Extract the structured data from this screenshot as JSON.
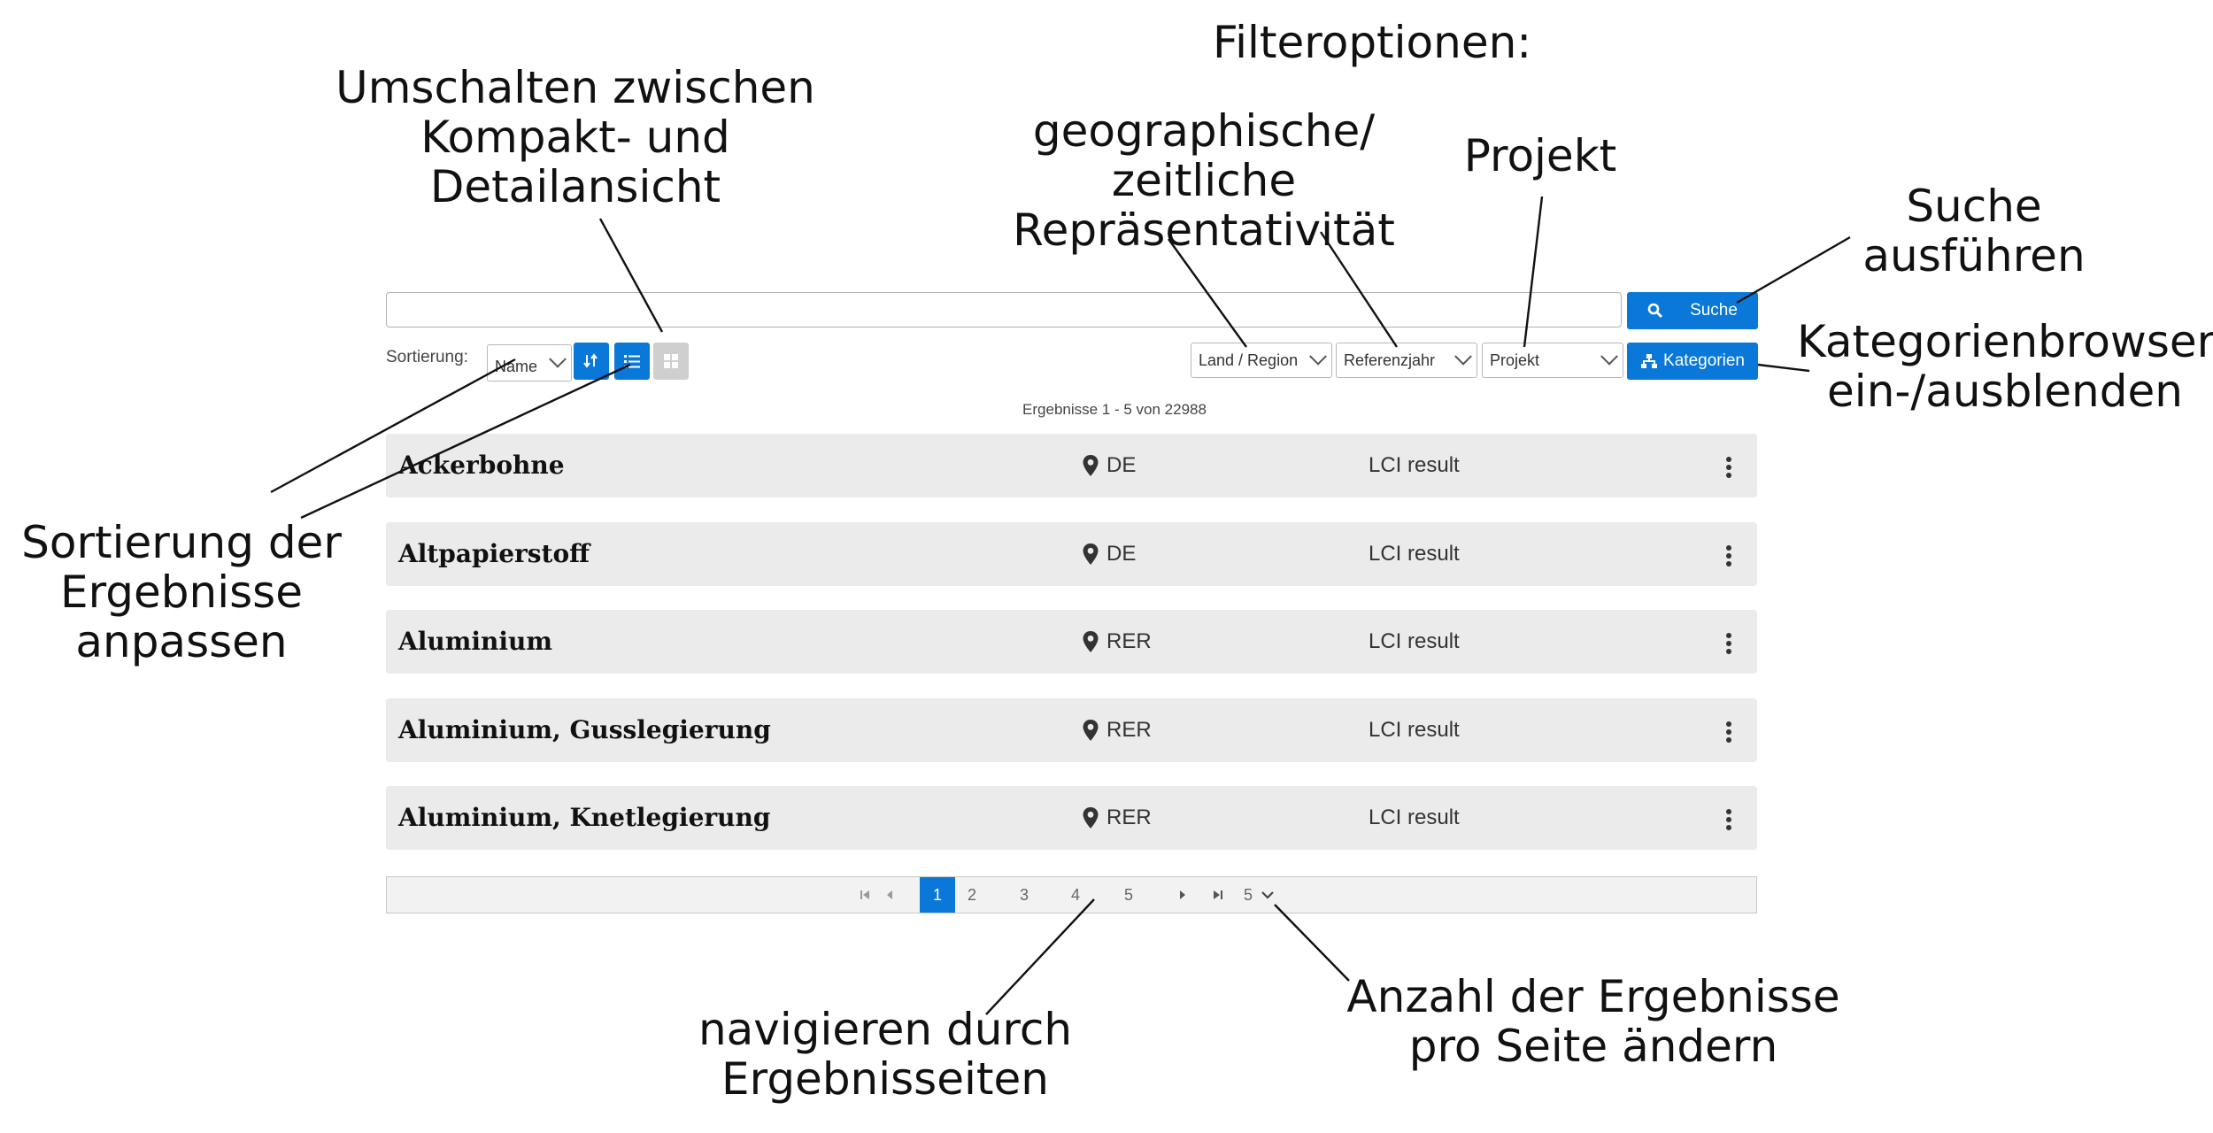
{
  "annotations": {
    "filter_heading": "Filteroptionen:",
    "view_toggle": "Umschalten zwischen\nKompakt- und\nDetailansicht",
    "representativity": "geographische/\nzeitliche\nRepräsentativität",
    "project": "Projekt",
    "search": "Suche\nausführen",
    "category_browser": "Kategorienbrowser\nein-/ausblenden",
    "sorting": "Sortierung der\nErgebnisse\nanpassen",
    "navigate": "navigieren durch\nErgebnisseiten",
    "per_page": "Anzahl der Ergebnisse\npro Seite ändern"
  },
  "search": {
    "value": "",
    "button_label": "Suche"
  },
  "toolbar": {
    "sort_label": "Sortierung:",
    "sort_value": "Name",
    "filters": {
      "region": "Land / Region",
      "year": "Referenzjahr",
      "project": "Projekt"
    },
    "categories_label": "Kategorien"
  },
  "results_count": "Ergebnisse 1 - 5 von 22988",
  "results": [
    {
      "name": "Ackerbohne",
      "location": "DE",
      "type": "LCI result"
    },
    {
      "name": "Altpapierstoff",
      "location": "DE",
      "type": "LCI result"
    },
    {
      "name": "Aluminium",
      "location": "RER",
      "type": "LCI result"
    },
    {
      "name": "Aluminium, Gusslegierung",
      "location": "RER",
      "type": "LCI result"
    },
    {
      "name": "Aluminium, Knetlegierung",
      "location": "RER",
      "type": "LCI result"
    }
  ],
  "pagination": {
    "pages": [
      "1",
      "2",
      "3",
      "4",
      "5"
    ],
    "current": "1",
    "per_page": "5"
  },
  "colors": {
    "accent": "#0a78d8",
    "row_bg": "#ebebeb",
    "inactive_button": "#cfcfcf"
  }
}
